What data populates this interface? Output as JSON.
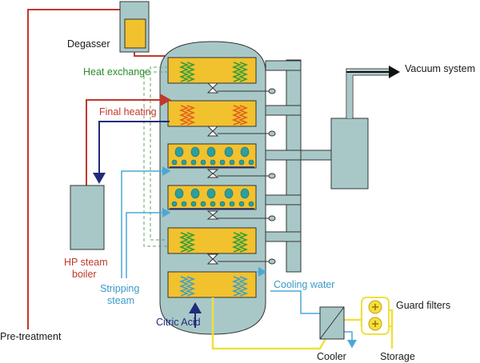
{
  "labels": {
    "degasser": "Degasser",
    "heat_exchange": "Heat exchange",
    "final_heating": "Final heating",
    "hp_steam_boiler_line1": "HP steam",
    "hp_steam_boiler_line2": "boiler",
    "stripping_steam_line1": "Stripping",
    "stripping_steam_line2": "steam",
    "cooling_water": "Cooling water",
    "citric_acid": "Citric Acid",
    "vacuum_system": "Vacuum system",
    "guard_filters": "Guard filters",
    "pre_treatment": "Pre-treatment",
    "cooler": "Cooler",
    "storage": "Storage"
  },
  "colors": {
    "label_dark": "#1a1a1a",
    "label_green": "#2e8b2e",
    "label_red": "#c0392b",
    "label_blue": "#3a9ac9",
    "label_navy": "#1f2b7a",
    "vessel": "#a8c8c8",
    "vessel_outline": "#333333",
    "tray_fill": "#f2c12e",
    "coil_green": "#2e9e3a",
    "coil_orange": "#e06020",
    "coil_blue": "#3aa0d0",
    "hot_line": "#c0392b",
    "cold_line": "#4aa8d6",
    "product_line": "#f0e040",
    "navy_line": "#1f2b7a",
    "bubble": "#2aa0a0",
    "dashed": "#5fa85f"
  },
  "icons": [
    "vacuum-arrow-icon",
    "valve-icon",
    "guard-filter-icon",
    "coil-icon"
  ]
}
